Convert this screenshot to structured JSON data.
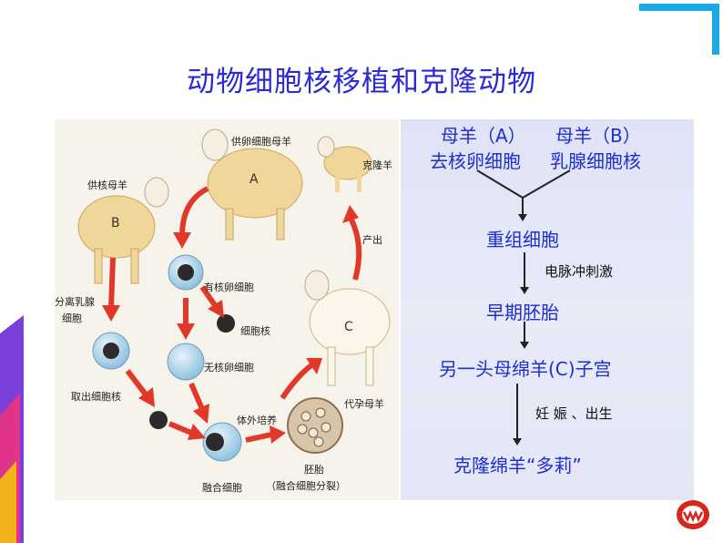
{
  "title": "动物细胞核移植和克隆动物",
  "left_diagram": {
    "labels": {
      "donor_egg_ewe": "供卵细胞母羊",
      "clone_sheep": "克隆羊",
      "donor_nucleus_ewe": "供核母羊",
      "isolate_mammary": "分离乳腺",
      "cell": "细胞",
      "nucleated_egg": "有核卵细胞",
      "nucleus": "细胞核",
      "enucleated_egg": "无核卵细胞",
      "extract_nucleus": "取出细胞核",
      "birth": "产出",
      "in_vitro": "体外培养",
      "surrogate": "代孕母羊",
      "fused_cell": "融合细胞",
      "embryo": "胚胎",
      "embryo_note": "（融合细胞分裂）",
      "letter_a": "A",
      "letter_b": "B",
      "letter_c": "C"
    }
  },
  "flow": {
    "ewe_a": "母羊（A）",
    "ewe_b": "母羊（B）",
    "enucleated_egg": "去核卵细胞",
    "mammary_nucleus": "乳腺细胞核",
    "reconstructed": "重组细胞",
    "electric": "电脉冲刺激",
    "early_embryo": "早期胚胎",
    "uterus": "另一头母绵羊(C)子宫",
    "pregnancy": "妊 娠 、出生",
    "dolly": "克隆绵羊“多莉”"
  },
  "colors": {
    "title": "#2a2ad6",
    "flow_text": "#1e2fd0",
    "arrow_red": "#e0392a",
    "logo_red": "#d8261c"
  }
}
